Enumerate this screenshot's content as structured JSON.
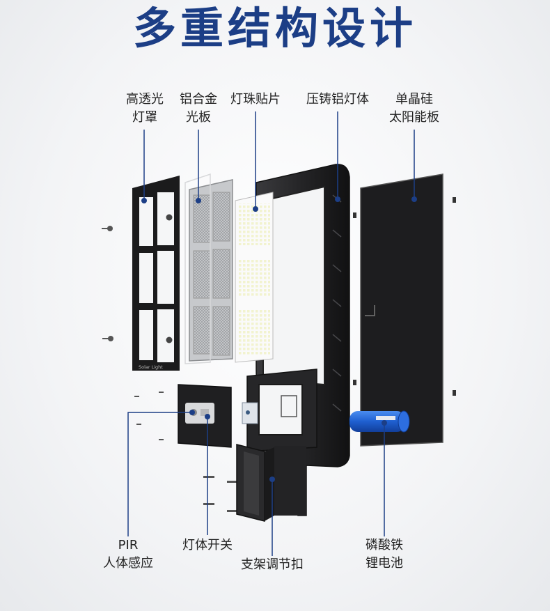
{
  "title": "多重结构设计",
  "labels": {
    "lamp_cover": [
      "高透光",
      "灯罩"
    ],
    "aluminum_board": [
      "铝合金",
      "光板"
    ],
    "led_chip": [
      "灯珠贴片"
    ],
    "die_cast_body": [
      "压铸铝灯体"
    ],
    "solar_panel": [
      "单晶硅",
      "太阳能板"
    ],
    "pir_sensor": [
      "PIR",
      "人体感应"
    ],
    "lamp_switch": [
      "灯体开关"
    ],
    "bracket_clip": [
      "支架调节扣"
    ],
    "battery": [
      "磷酸铁",
      "锂电池"
    ]
  },
  "cover_brand": "Solar Light",
  "colors": {
    "title": "#1c3e86",
    "leader_line": "#1c3e86",
    "body_dark": "#2b2b2d",
    "battery_blue": "#1f5fd0"
  }
}
